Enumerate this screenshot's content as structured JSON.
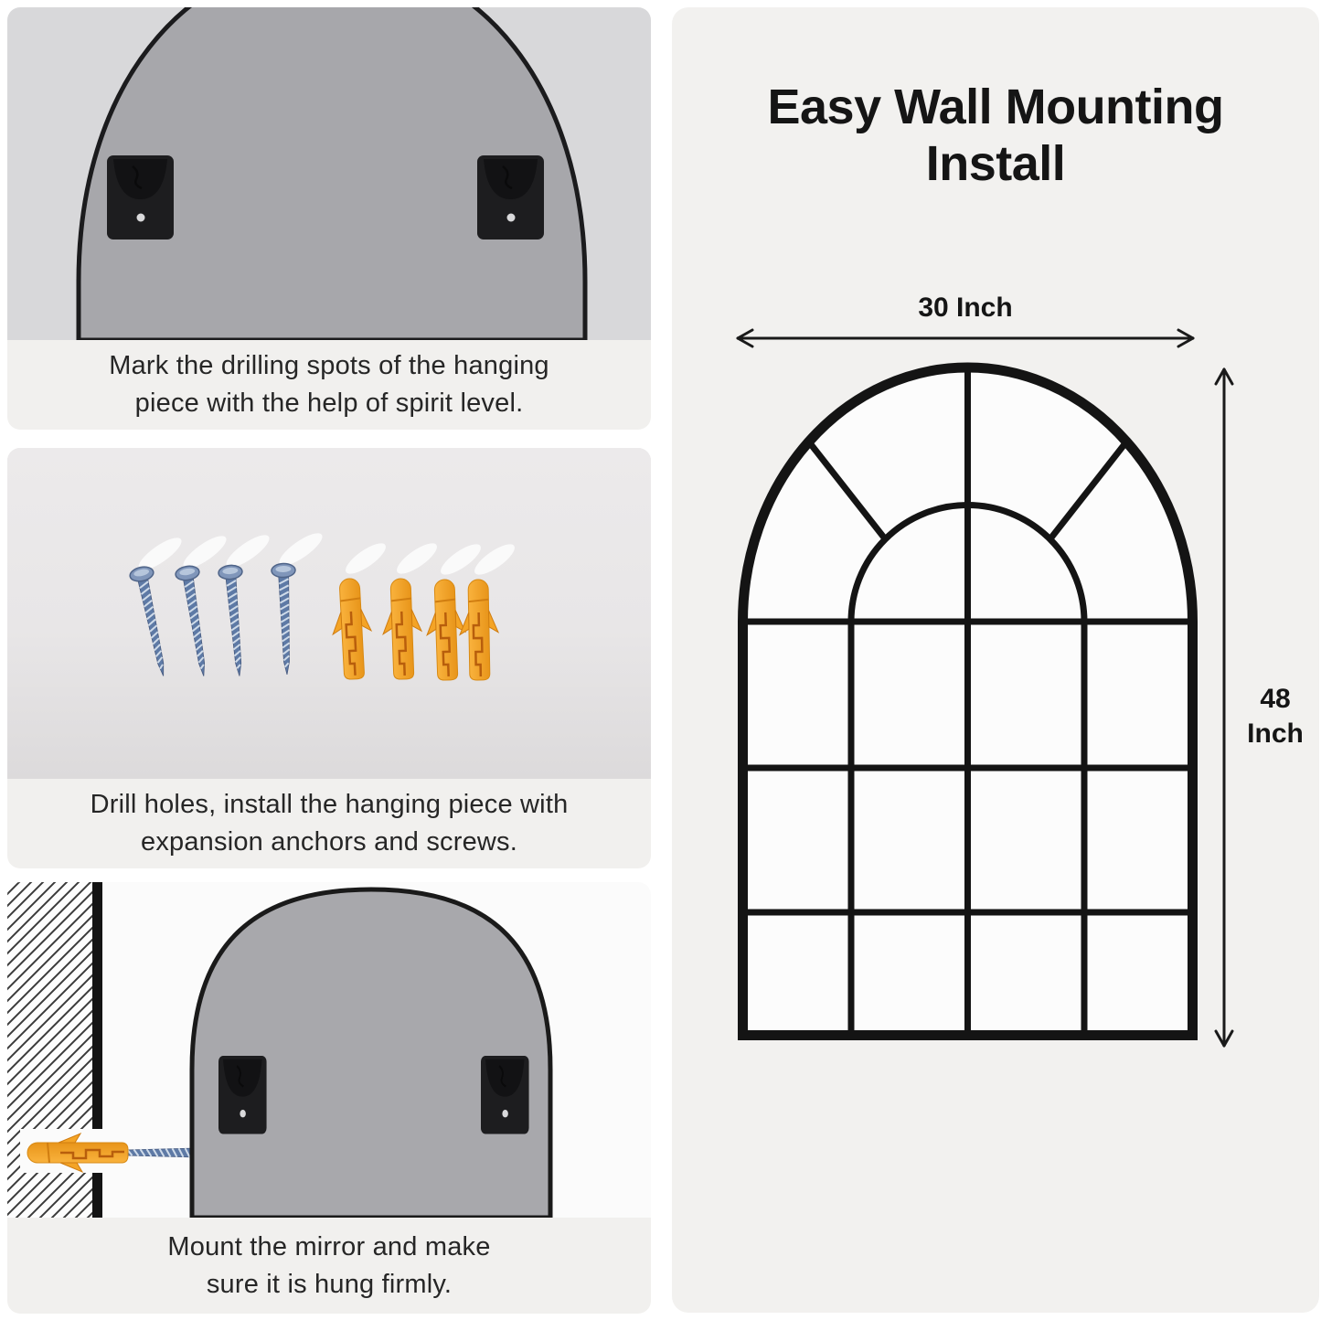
{
  "colors": {
    "page_bg": "#ffffff",
    "panel_bg": "#f2f1ef",
    "caption_bg": "#f1f0ee",
    "photo_bg_step1": "#d8d8da",
    "photo_bg_step2": "#e6e4e5",
    "photo_bg_step3": "#fbfbfb",
    "frame_black": "#141414",
    "mirror_back_gray": "#a7a7ab",
    "bracket_black": "#1d1d1f",
    "screw_blue": "#5e7aa6",
    "anchor_orange": "#f2a424",
    "text_dark": "#1a1a1a"
  },
  "steps": [
    {
      "line1": "Mark the drilling spots of the hanging",
      "line2": "piece with the help of spirit level."
    },
    {
      "line1": "Drill holes, install the hanging piece with",
      "line2": "expansion anchors and screws."
    },
    {
      "line1": "Mount the mirror and make",
      "line2": "sure it is hung firmly."
    }
  ],
  "diagram": {
    "title_line1": "Easy Wall Mounting",
    "title_line2": "Install",
    "width_label": "30 Inch",
    "height_value": "48",
    "height_unit": "Inch",
    "hardware_counts": {
      "screws": 4,
      "anchors": 4,
      "brackets": 2
    }
  }
}
